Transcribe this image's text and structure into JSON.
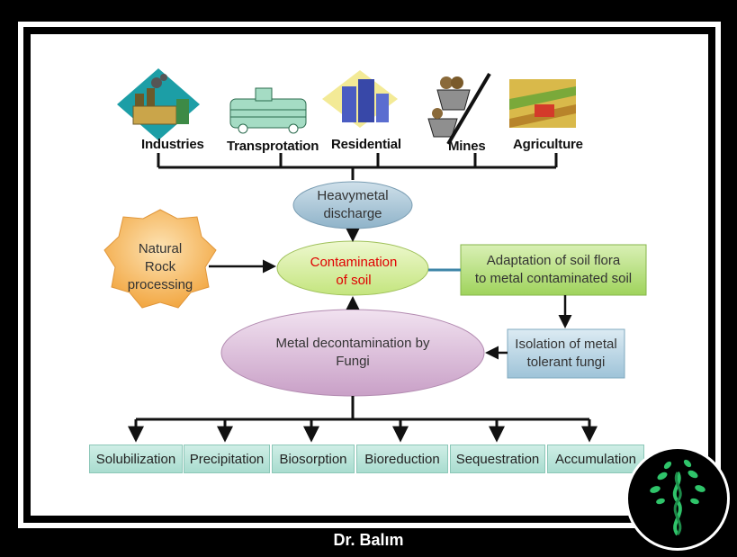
{
  "sources": [
    {
      "label": "Industries",
      "icon": "factory-icon"
    },
    {
      "label": "Transprotation",
      "icon": "train-icon"
    },
    {
      "label": "Residential",
      "icon": "building-icon"
    },
    {
      "label": "Mines",
      "icon": "mine-cart-icon"
    },
    {
      "label": "Agriculture",
      "icon": "farm-field-icon"
    }
  ],
  "nodes": {
    "heavymetal": "Heavymetal\ndischarge",
    "natural_rock": "Natural\nRock\nprocessing",
    "contamination": "Contamination\nof soil",
    "adaptation": "Adaptation of soil flora\nto metal contaminated soil",
    "isolation": "Isolation of metal\ntolerant fungi",
    "decontamination": "Metal decontamination by\nFungi"
  },
  "mechanisms": [
    "Solubilization",
    "Precipitation",
    "Biosorption",
    "Bioreduction",
    "Sequestration",
    "Accumulation"
  ],
  "footer": "Dr. Balım",
  "colors": {
    "contamination_text": "#e00000",
    "heavymetal_fill": "#a9c6d8",
    "natural_rock_fill": "#f6b358",
    "contamination_fill": "#d7ef9e",
    "adaptation_fill": "#b7e07c",
    "isolation_fill": "#b9d5e4",
    "decontamination_fill": "#dcbedb",
    "mechanism_fill": "#b7e3d8",
    "logo_leaf": "#2fc46a"
  }
}
